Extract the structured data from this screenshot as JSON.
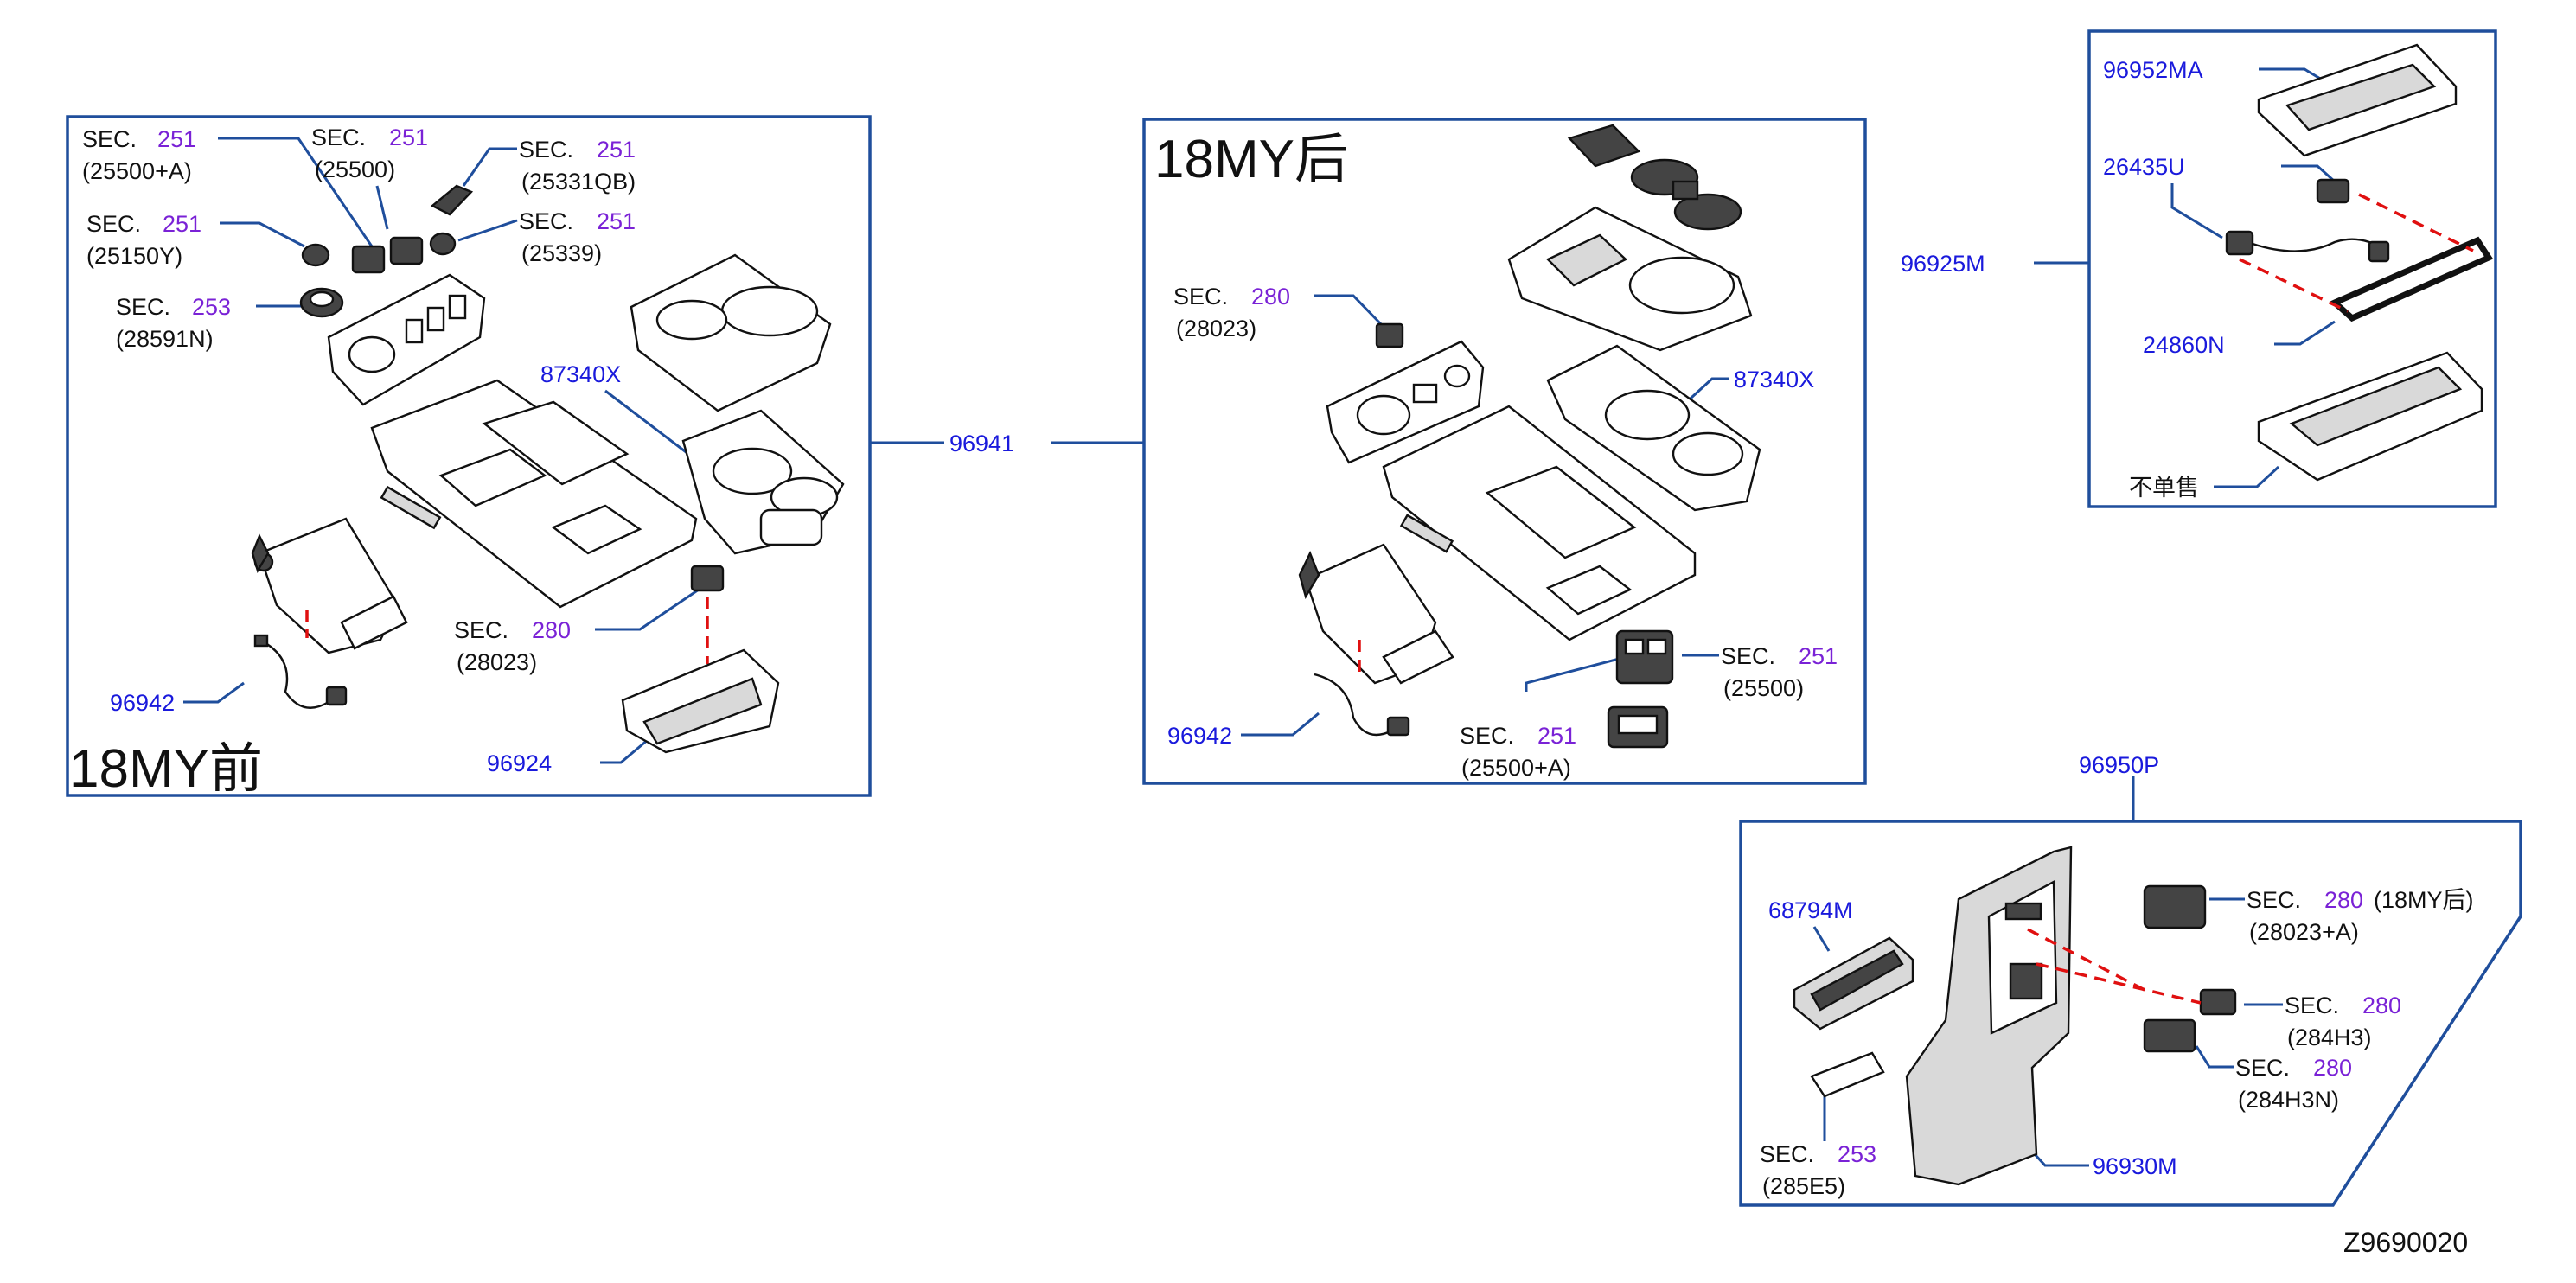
{
  "diagram": {
    "drawing_id": "Z9690020",
    "panels": {
      "front": {
        "title": "18MY前"
      },
      "rear": {
        "title": "18MY后"
      }
    },
    "labels": {
      "p96941": "96941",
      "p96942_front": "96942",
      "p96942_rear": "96942",
      "p96924": "96924",
      "p87340x_front": "87340X",
      "p87340x_rear": "87340X",
      "p96925m": "96925M",
      "p96952ma": "96952MA",
      "p26435u": "26435U",
      "p24860n": "24860N",
      "not_sold": "不单售",
      "p96950p": "96950P",
      "p68794m": "68794M",
      "p96930m": "96930M"
    },
    "sec_refs": [
      {
        "id": "f1",
        "prefix": "SEC.",
        "sec": "251",
        "code": "(25500+A)"
      },
      {
        "id": "f2",
        "prefix": "SEC.",
        "sec": "251",
        "code": "(25500)"
      },
      {
        "id": "f3",
        "prefix": "SEC.",
        "sec": "251",
        "code": "(25331QB)"
      },
      {
        "id": "f4",
        "prefix": "SEC.",
        "sec": "251",
        "code": "(25150Y)"
      },
      {
        "id": "f5",
        "prefix": "SEC.",
        "sec": "251",
        "code": "(25339)"
      },
      {
        "id": "f6",
        "prefix": "SEC.",
        "sec": "253",
        "code": "(28591N)"
      },
      {
        "id": "f7",
        "prefix": "SEC.",
        "sec": "280",
        "code": "(28023)"
      },
      {
        "id": "r1",
        "prefix": "SEC.",
        "sec": "280",
        "code": "(28023)"
      },
      {
        "id": "r2",
        "prefix": "SEC.",
        "sec": "251",
        "code": "(25500)"
      },
      {
        "id": "r3",
        "prefix": "SEC.",
        "sec": "251",
        "code": "(25500+A)"
      },
      {
        "id": "c1",
        "prefix": "SEC.",
        "sec": "280",
        "code": "(28023+A)",
        "note": "(18MY后)"
      },
      {
        "id": "c2",
        "prefix": "SEC.",
        "sec": "280",
        "code": "(284H3)"
      },
      {
        "id": "c3",
        "prefix": "SEC.",
        "sec": "280",
        "code": "(284H3N)"
      },
      {
        "id": "c4",
        "prefix": "SEC.",
        "sec": "253",
        "code": "(285E5)"
      }
    ],
    "colors": {
      "part_number": "#1a1adc",
      "section_number": "#7a22d6",
      "leader_line": "#1f4e9c",
      "dashed_connector": "#e01010"
    }
  }
}
